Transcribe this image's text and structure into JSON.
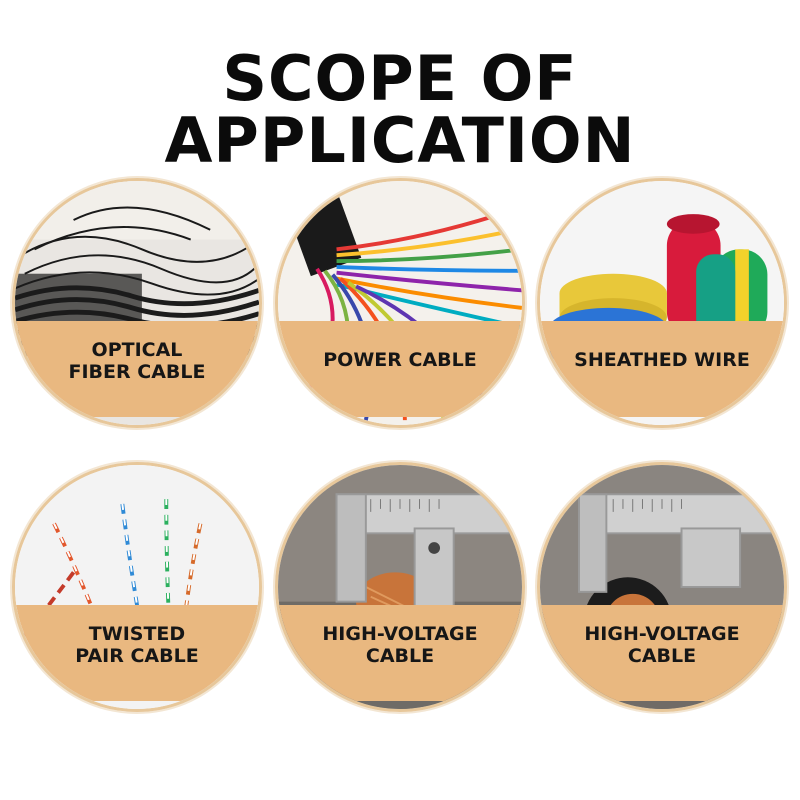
{
  "title": "SCOPE OF APPLICATION",
  "items": [
    {
      "label": "OPTICAL\nFIBER CABLE",
      "icon": "optical-fiber-cable-photo"
    },
    {
      "label": "POWER CABLE",
      "icon": "power-cable-photo"
    },
    {
      "label": "SHEATHED WIRE",
      "icon": "sheathed-wire-photo"
    },
    {
      "label": "TWISTED\nPAIR CABLE",
      "icon": "twisted-pair-cable-photo"
    },
    {
      "label": "HIGH-VOLTAGE\nCABLE",
      "icon": "high-voltage-cable-caliper-photo"
    },
    {
      "label": "HIGH-VOLTAGE\nCABLE",
      "icon": "high-voltage-cable-caliper-photo"
    }
  ],
  "colors": {
    "band": "#e9b880",
    "ring": "#e7c79a",
    "title": "#0b0b0b"
  }
}
